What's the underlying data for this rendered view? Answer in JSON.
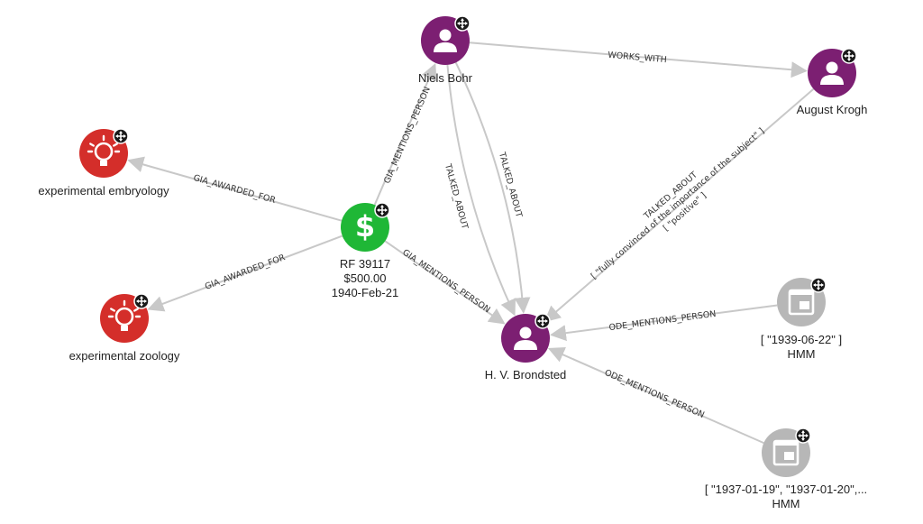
{
  "colors": {
    "person": "#7c1f72",
    "concept": "#d42e2a",
    "grant": "#1fb736",
    "document": "#b7b7b7",
    "edge": "#c8c8c8"
  },
  "nodes": {
    "niels_bohr": {
      "type": "person",
      "icon": "person-icon",
      "label_lines": [
        "Niels Bohr"
      ]
    },
    "august_krogh": {
      "type": "person",
      "icon": "person-icon",
      "label_lines": [
        "August Krogh"
      ]
    },
    "hv_brondsted": {
      "type": "person",
      "icon": "person-icon",
      "label_lines": [
        "H. V. Brondsted"
      ]
    },
    "rf_grant": {
      "type": "grant",
      "icon": "dollar-icon",
      "label_lines": [
        "RF 39117",
        "$500.00",
        "1940-Feb-21"
      ]
    },
    "exp_embryology": {
      "type": "concept",
      "icon": "lightbulb-icon",
      "label_lines": [
        "experimental embryology"
      ]
    },
    "exp_zoology": {
      "type": "concept",
      "icon": "lightbulb-icon",
      "label_lines": [
        "experimental zoology"
      ]
    },
    "diary_1939": {
      "type": "document",
      "icon": "diary-icon",
      "label_lines": [
        "[ \"1939-06-22\" ]",
        "HMM"
      ]
    },
    "diary_1937": {
      "type": "document",
      "icon": "diary-icon",
      "label_lines": [
        "[ \"1937-01-19\", \"1937-01-20\",...",
        "HMM"
      ]
    }
  },
  "edges": [
    {
      "id": "bohr-krogh",
      "from": "niels_bohr",
      "to": "august_krogh",
      "label_lines": [
        "WORKS_WITH"
      ]
    },
    {
      "id": "grant-bohr",
      "from": "rf_grant",
      "to": "niels_bohr",
      "label_lines": [
        "GIA_MENTIONS_PERSON"
      ]
    },
    {
      "id": "grant-embryology",
      "from": "rf_grant",
      "to": "exp_embryology",
      "label_lines": [
        "GIA_AWARDED_FOR"
      ]
    },
    {
      "id": "grant-zoology",
      "from": "rf_grant",
      "to": "exp_zoology",
      "label_lines": [
        "GIA_AWARDED_FOR"
      ]
    },
    {
      "id": "grant-brondsted",
      "from": "rf_grant",
      "to": "hv_brondsted",
      "label_lines": [
        "GIA_MENTIONS_PERSON"
      ]
    },
    {
      "id": "bohr-brondsted-1",
      "from": "niels_bohr",
      "to": "hv_brondsted",
      "label_lines": [
        "TALKED_ABOUT"
      ]
    },
    {
      "id": "bohr-brondsted-2",
      "from": "niels_bohr",
      "to": "hv_brondsted",
      "label_lines": [
        "TALKED_ABOUT"
      ]
    },
    {
      "id": "krogh-brondsted",
      "from": "august_krogh",
      "to": "hv_brondsted",
      "label_lines": [
        "TALKED_ABOUT",
        "[ \"fully convinced of the importance of the subject\" ]",
        "[ \"positive\" ]"
      ]
    },
    {
      "id": "diary1939-brondsted",
      "from": "diary_1939",
      "to": "hv_brondsted",
      "label_lines": [
        "ODE_MENTIONS_PERSON"
      ]
    },
    {
      "id": "diary1937-brondsted",
      "from": "diary_1937",
      "to": "hv_brondsted",
      "label_lines": [
        "ODE_MENTIONS_PERSON"
      ]
    }
  ]
}
